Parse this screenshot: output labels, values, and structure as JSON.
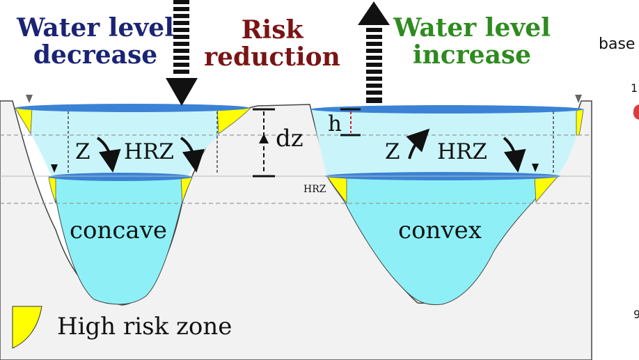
{
  "titles": {
    "left_line1": "Water level",
    "left_line2": "decrease",
    "center_line1": "Risk",
    "center_line2": "reduction",
    "right_line1": "Water level",
    "right_line2": "increase"
  },
  "labels": {
    "left_z": "Z",
    "left_hrz": "HRZ",
    "right_z": "Z",
    "right_hrz": "HRZ",
    "small_hrz": "HRZ",
    "dz": "dz",
    "h": "h",
    "concave": "concave",
    "convex": "convex",
    "legend": "High risk zone"
  },
  "side_panel": {
    "word": "base",
    "top_digit": "1",
    "bottom_digit": "9"
  },
  "colors": {
    "terrain": "#f2f2f2",
    "water_top": "#c9f5fa",
    "water_bottom": "#8ef0f6",
    "surface": "#3b82d6",
    "high_risk": "#ffff00",
    "title_blue": "#1a2374",
    "title_red": "#7a1414",
    "title_green": "#2e8b1f",
    "marker": "#d44040"
  }
}
